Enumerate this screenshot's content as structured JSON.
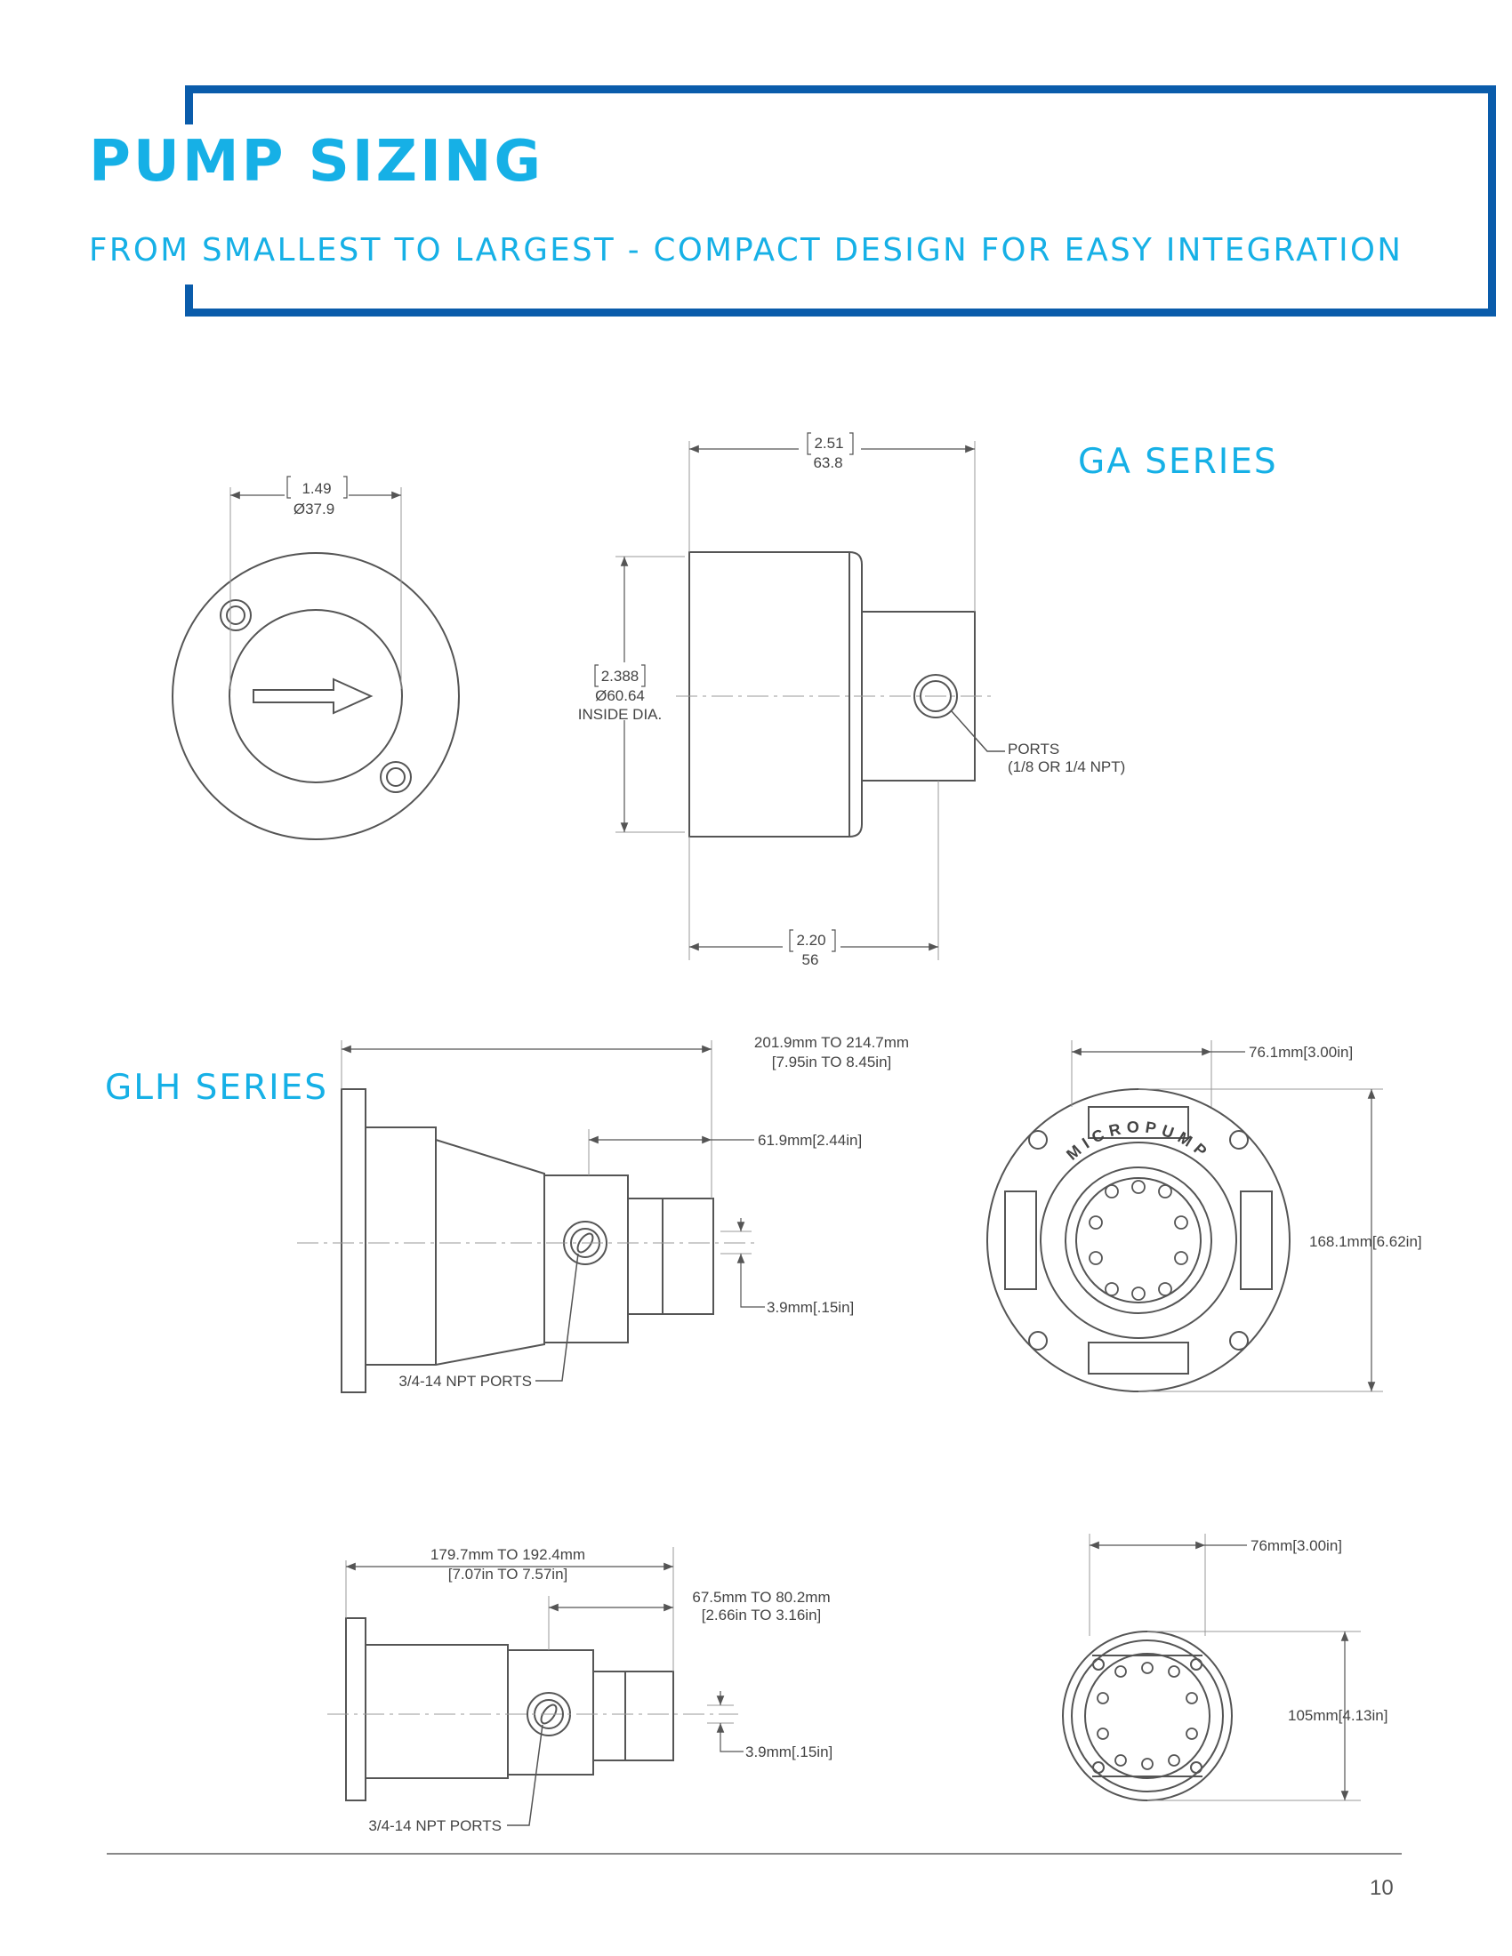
{
  "header": {
    "title": "PUMP SIZING",
    "subtitle": "FROM SMALLEST TO LARGEST - COMPACT DESIGN FOR EASY INTEGRATION"
  },
  "ga_series": {
    "label": "GA SERIES",
    "front_dim": [
      "1.49",
      "Ø37.9"
    ],
    "top_dim": [
      "2.51",
      "63.8"
    ],
    "inside_dia": [
      "2.388",
      "Ø60.64",
      "INSIDE DIA."
    ],
    "bottom_dim": [
      "2.20",
      "56"
    ],
    "ports": [
      "PORTS",
      "(1/8 OR 1/4 NPT)"
    ]
  },
  "glh_series": {
    "label": "GLH SERIES",
    "large": {
      "overall": [
        "201.9mm TO 214.7mm",
        "[7.95in TO 8.45in]"
      ],
      "head": "61.9mm[2.44in]",
      "offset": "3.9mm[.15in]",
      "ports": "3/4-14 NPT PORTS",
      "width": "76.1mm[3.00in]",
      "height": "168.1mm[6.62in]",
      "brand_mark": "MICROPUMP"
    },
    "small": {
      "overall": [
        "179.7mm TO 192.4mm",
        "[7.07in TO 7.57in]"
      ],
      "head": [
        "67.5mm TO 80.2mm",
        "[2.66in TO 3.16in]"
      ],
      "offset": "3.9mm[.15in]",
      "ports": "3/4-14 NPT PORTS",
      "width": "76mm[3.00in]",
      "height": "105mm[4.13in]"
    }
  },
  "footer": {
    "page_number": "10"
  }
}
